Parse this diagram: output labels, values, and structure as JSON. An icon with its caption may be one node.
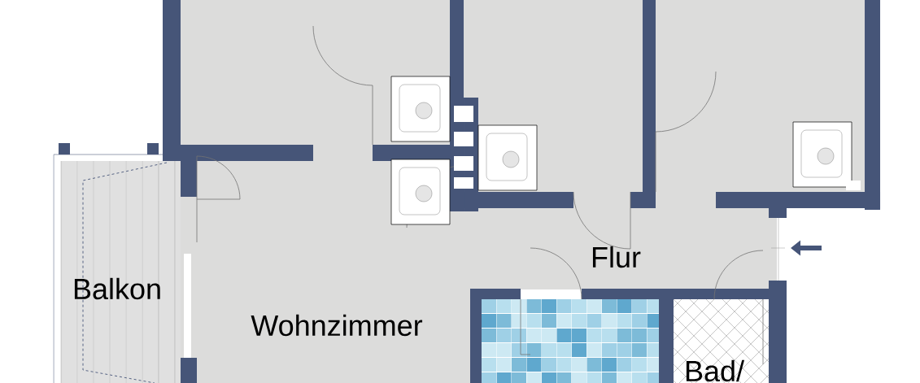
{
  "diagram": {
    "labels": [
      "Balkon",
      "Wohnzimmer",
      "Flur",
      "Bad/"
    ]
  }
}
